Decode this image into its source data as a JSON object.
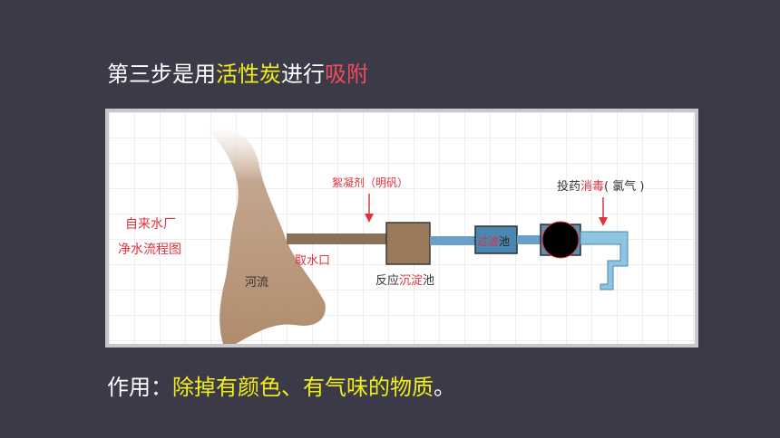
{
  "title": {
    "part1": "第三步是用",
    "part2": "活性炭",
    "part3": "进行",
    "part4": "吸附"
  },
  "diagram": {
    "heading_line1": "自来水厂",
    "heading_line2": "净水流程图",
    "river": "河流",
    "intake": "取水口",
    "coagulant": "絮凝剂（明矾）",
    "sediment_a": "反应",
    "sediment_b": "沉淀",
    "sediment_c": "池",
    "filter_a": "过滤",
    "filter_b": "池",
    "disinfect_a": "投药",
    "disinfect_b": "消毒",
    "disinfect_c": "( 氯气 )"
  },
  "caption": {
    "prefix": "作用：",
    "effect": "除掉有颜色、有气味的物质",
    "suffix": "。"
  },
  "colors": {
    "highlight_yellow": "#f2ee1a",
    "highlight_red": "#f04c5a",
    "river": "#b9967a",
    "pipe_brown": "#8a7258",
    "pipe_blue": "#6aa0c8",
    "tank_brown": "#9a7a5a",
    "filter_blue": "#4a86b2",
    "diagram_red": "#e0323c"
  }
}
